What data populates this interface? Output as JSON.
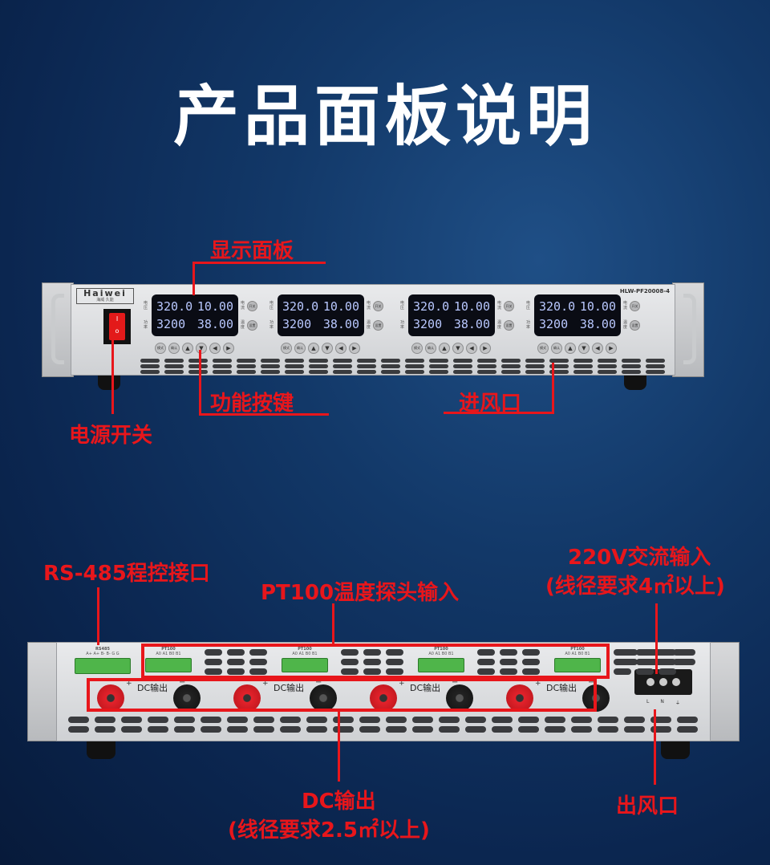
{
  "title": "产品面板说明",
  "front": {
    "brand": "Haiwei",
    "brand_sub": "海威 久能",
    "model": "HLW-PF20008-4",
    "modules": [
      {
        "v": "320.0",
        "a": "10.00",
        "p": "3200",
        "t": "38.00"
      },
      {
        "v": "320.0",
        "a": "10.00",
        "p": "3200",
        "t": "38.00"
      },
      {
        "v": "320.0",
        "a": "10.00",
        "p": "3200",
        "t": "38.00"
      },
      {
        "v": "320.0",
        "a": "10.00",
        "p": "3200",
        "t": "38.00"
      }
    ],
    "side_labels": {
      "voltage": "电压",
      "power": "功率",
      "current": "电流",
      "temp": "温度",
      "switch": "开关",
      "set": "设置"
    },
    "buttons": [
      "模式",
      "确认",
      "▲",
      "▼",
      "◀",
      "▶"
    ]
  },
  "annotations": {
    "display": "显示面板",
    "keys": "功能按键",
    "power_switch": "电源开关",
    "inlet": "进风口",
    "rs485": "RS-485程控接口",
    "pt100": "PT100温度探头输入",
    "ac_line1": "220V交流输入",
    "ac_line2": "(线径要求4㎡以上)",
    "dc_line1": "DC输出",
    "dc_line2": "(线径要求2.5㎡以上)",
    "outlet": "出风口"
  },
  "rear": {
    "rs485_label": "RS485",
    "rs485_pins": "A+ A+ B- B- G G",
    "pt100_label": "PT100",
    "pt100_pins": "A0 A1 B0 B1",
    "dc_label": "DC输出",
    "plus": "+",
    "minus": "−",
    "ac_pins": [
      "L",
      "N",
      "⏚"
    ]
  }
}
